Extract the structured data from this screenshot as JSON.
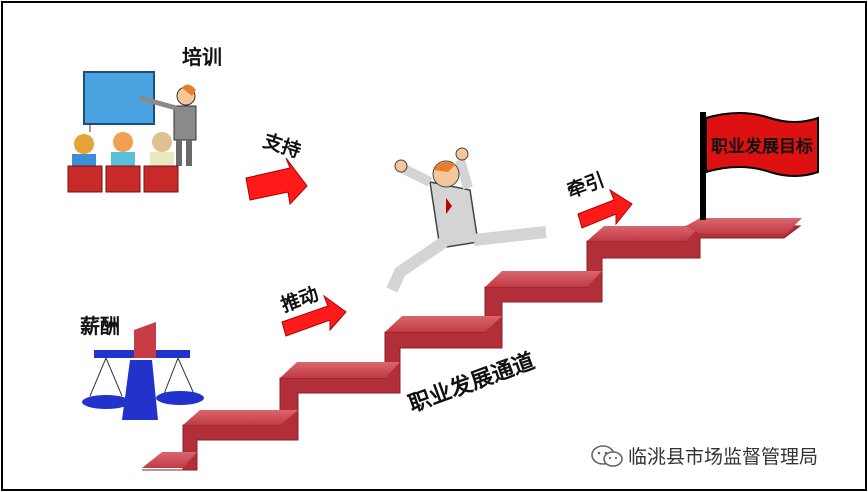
{
  "labels": {
    "training": "培训",
    "support": "支持",
    "salary": "薪酬",
    "push": "推动",
    "pull": "牵引",
    "path": "职业发展通道",
    "goal_flag": "职业发展目标"
  },
  "watermark": {
    "text": "临洮县市场监督管理局",
    "icon": "wechat-icon"
  },
  "colors": {
    "arrow": "#ff1a1a",
    "stair": "#c83c46",
    "flag": "#dd1111",
    "scale": "#2233cc",
    "board": "#4aa3e0"
  }
}
